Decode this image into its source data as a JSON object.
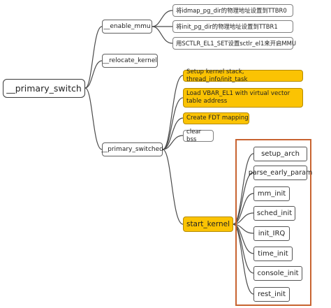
{
  "root": {
    "label": "__primary_switch"
  },
  "branches": {
    "enable_mmu": {
      "label": "__enable_mmu",
      "children": [
        "将idmap_pg_dir的物理地址设置到TTBR0",
        "将init_pg_dir的物理地址设置到TTBR1",
        "用SCTLR_EL1_SET设置sctlr_el1来开启MMU"
      ]
    },
    "relocate_kernel": {
      "label": "__relocate_kernel"
    },
    "primary_switched": {
      "label": "__primary_switched",
      "steps": [
        {
          "label": "Setup kernel stack, thread_info/init_task",
          "highlight": true
        },
        {
          "label": "Load VBAR_EL1 with virtual vector table address",
          "highlight": true
        },
        {
          "label": "Create FDT mapping",
          "highlight": true
        },
        {
          "label": "clear bss",
          "highlight": false
        }
      ],
      "start_kernel": {
        "label": "start_kernel",
        "highlight": true,
        "calls": [
          "setup_arch",
          "parse_early_param",
          "mm_init",
          "sched_init",
          "init_IRQ",
          "time_init",
          "console_init",
          "rest_init"
        ]
      }
    }
  },
  "colors": {
    "highlight_fill": "#fbc303",
    "frame_border": "#c86330",
    "connector": "#4a4a4a"
  }
}
